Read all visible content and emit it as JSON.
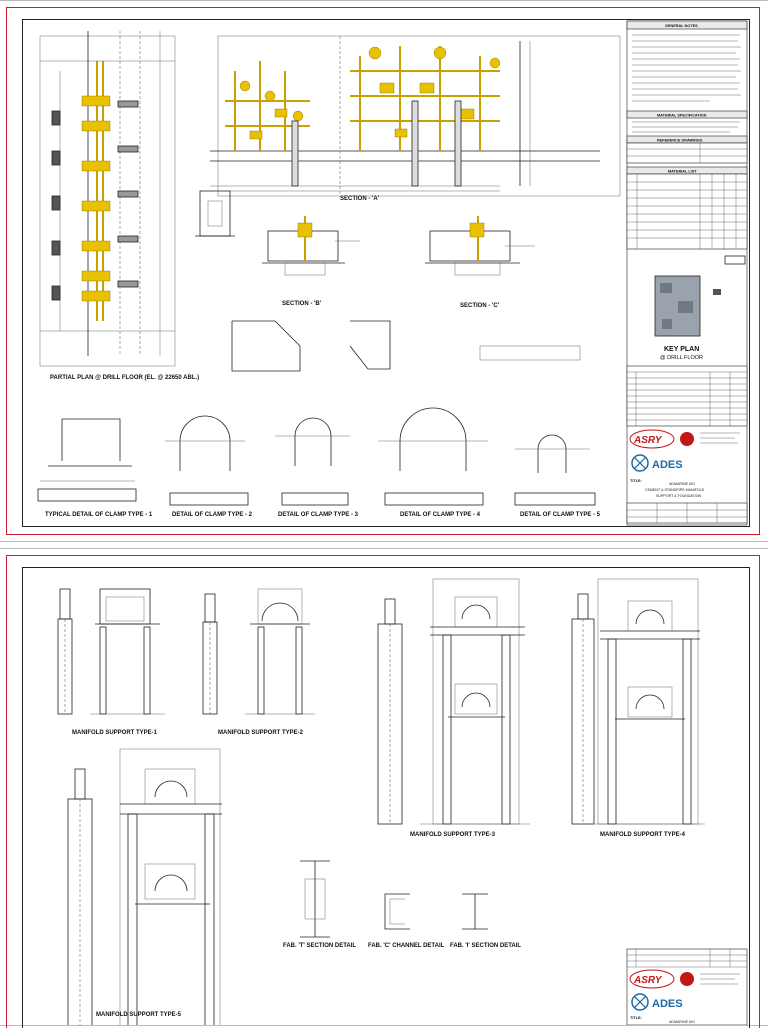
{
  "sheet1": {
    "notes_header": "GENERAL NOTES",
    "material_spec_header": "MATERIAL SPECIFICATION",
    "reference_drawings_header": "REFERENCE DRAWINGS",
    "material_list_header": "MATERIAL LIST",
    "key_plan_title": "KEY PLAN",
    "key_plan_sub": "@ DRILL FLOOR",
    "section_a_label": "SECTION - 'A'",
    "section_b_label": "SECTION - 'B'",
    "section_c_label": "SECTION - 'C'",
    "partial_plan_label": "PARTIAL PLAN @ DRILL FLOOR (EL. @ 22650 ABL.)",
    "clamp_labels": [
      "TYPICAL DETAIL OF CLAMP TYPE - 1",
      "DETAIL OF CLAMP TYPE - 2",
      "DETAIL OF CLAMP TYPE - 3",
      "DETAIL OF CLAMP TYPE - 4",
      "DETAIL OF CLAMP TYPE - 5"
    ],
    "title_line1": "ADMARINE 691",
    "title_line2": "CEMENT & STANDPIPE MANIFOLD",
    "title_line3": "SUPPORT & FOUNDATION",
    "ades_logo": "ADES",
    "asry_logo": "ASRY",
    "title_prefix": "TITLE:"
  },
  "sheet2": {
    "support_labels": [
      "MANIFOLD SUPPORT TYPE-1",
      "MANIFOLD SUPPORT TYPE-2",
      "MANIFOLD SUPPORT TYPE-3",
      "MANIFOLD SUPPORT TYPE-4",
      "MANIFOLD SUPPORT TYPE-5"
    ],
    "fab_labels": [
      "FAB. 'T' SECTION DETAIL",
      "FAB. 'C' CHANNEL DETAIL",
      "FAB. 'I' SECTION DETAIL"
    ],
    "title_line1": "ADMARINE 691",
    "ades_logo": "ADES",
    "asry_logo": "ASRY",
    "title_prefix": "TITLE:"
  },
  "colors": {
    "frame": "#d11a2a",
    "pipe": "#c8a100",
    "ades_blue": "#1b6aa5",
    "asry_red": "#c21818"
  }
}
